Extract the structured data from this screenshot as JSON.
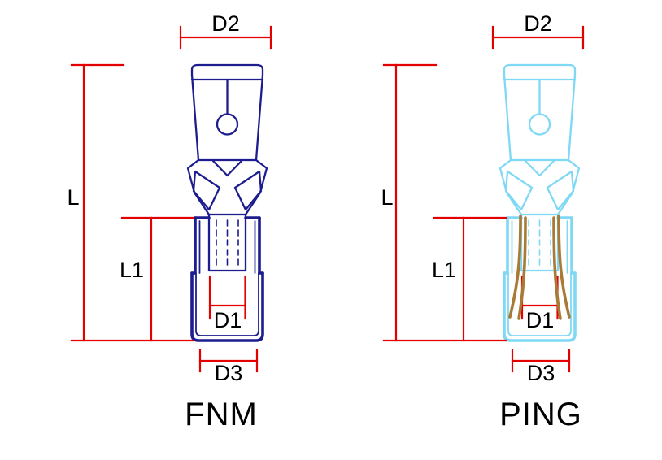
{
  "colors": {
    "navy": "#1d1d8f",
    "cyan": "#7fd8f4",
    "brown": "#a97a35",
    "red": "#e50000",
    "label": "#000000",
    "background": "#ffffff"
  },
  "diagrams": [
    {
      "caption": "FNM",
      "labels": {
        "d2": "D2",
        "l": "L",
        "l1": "L1",
        "d1": "D1",
        "d3": "D3"
      }
    },
    {
      "caption": "PING",
      "labels": {
        "d2": "D2",
        "l": "L",
        "l1": "L1",
        "d1": "D1",
        "d3": "D3"
      }
    }
  ]
}
